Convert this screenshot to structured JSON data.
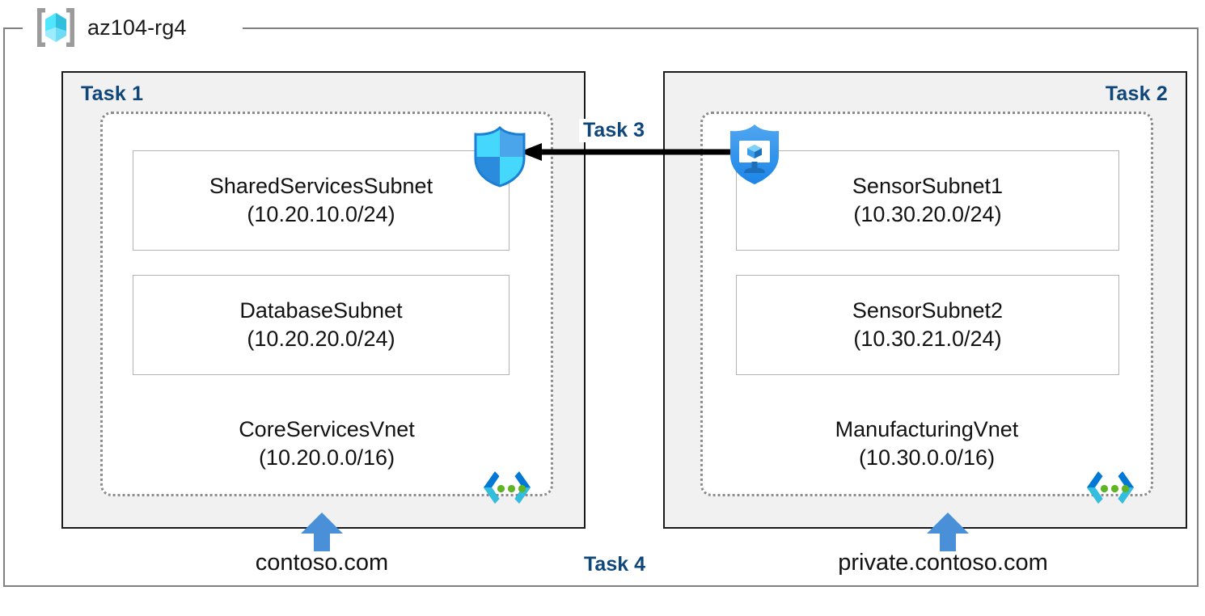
{
  "resource_group": {
    "name": "az104-rg4",
    "icon": "resource-group-cube-icon"
  },
  "colors": {
    "task_label": "#10477a",
    "panel_fill": "#f1f1f1",
    "panel_border": "#1a1a1a",
    "frame_border": "#808080",
    "vnet_dotted_border": "#8c8c8c",
    "subnet_border": "#b3b3b3",
    "arrow_black": "#000000",
    "dns_arrow_blue": "#4a90d9",
    "cube_cyan": "#50e6ff",
    "shield_blue": "#1b93eb",
    "bracket_cyan": "#32bedd",
    "bracket_blue": "#0078d4",
    "dot_green": "#5fb526"
  },
  "panels": [
    {
      "task_label": "Task 1",
      "label_align": "left",
      "vnet": {
        "name": "CoreServicesVnet",
        "cidr": "(10.20.0.0/16)",
        "icon": "virtual-network-icon"
      },
      "subnets": [
        {
          "name": "SharedServicesSubnet",
          "cidr": "(10.20.10.0/24)"
        },
        {
          "name": "DatabaseSubnet",
          "cidr": "(10.20.20.0/24)"
        }
      ],
      "dns_zone": {
        "name": "contoso.com",
        "arrow_icon": "up-arrow-icon"
      }
    },
    {
      "task_label": "Task 2",
      "label_align": "right",
      "vnet": {
        "name": "ManufacturingVnet",
        "cidr": "(10.30.0.0/16)",
        "icon": "virtual-network-icon"
      },
      "subnets": [
        {
          "name": "SensorSubnet1",
          "cidr": "(10.30.20.0/24)"
        },
        {
          "name": "SensorSubnet2",
          "cidr": "(10.30.21.0/24)"
        }
      ],
      "dns_zone": {
        "name": "private.contoso.com",
        "arrow_icon": "up-arrow-icon"
      }
    }
  ],
  "connection": {
    "task_label": "Task 3",
    "direction": "right-to-left",
    "source_icon": "azure-bastion-shield-icon",
    "target_icon": "network-security-group-shield-icon"
  },
  "peering": {
    "task_label": "Task 4"
  }
}
